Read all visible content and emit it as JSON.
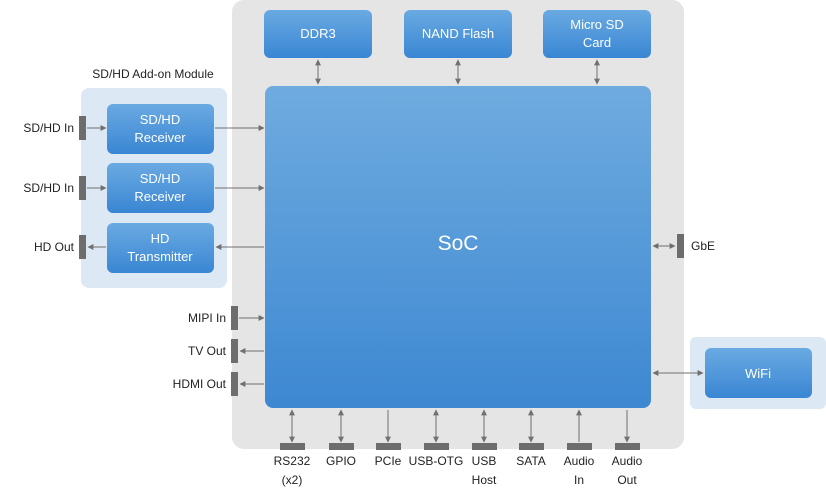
{
  "addon_title": "SD/HD Add-on Module",
  "soc": {
    "label": "SoC"
  },
  "memory": {
    "ddr3": "DDR3",
    "nand": "NAND Flash",
    "sd_line1": "Micro SD",
    "sd_line2": "Card"
  },
  "addon": {
    "rx1_line1": "SD/HD",
    "rx1_line2": "Receiver",
    "rx2_line1": "SD/HD",
    "rx2_line2": "Receiver",
    "tx_line1": "HD",
    "tx_line2": "Transmitter"
  },
  "wifi": {
    "label": "WiFi"
  },
  "left_ports": {
    "sdhd_in_1": "SD/HD In",
    "sdhd_in_2": "SD/HD In",
    "hd_out": "HD Out",
    "mipi_in": "MIPI In",
    "tv_out": "TV Out",
    "hdmi_out": "HDMI Out"
  },
  "right_ports": {
    "gbe": "GbE"
  },
  "bottom_ports": {
    "rs232_line1": "RS232",
    "rs232_line2": "(x2)",
    "gpio": "GPIO",
    "pcie": "PCIe",
    "usbotg": "USB-OTG",
    "usbhost_line1": "USB",
    "usbhost_line2": "Host",
    "sata": "SATA",
    "audioin_line1": "Audio",
    "audioin_line2": "In",
    "audioout_line1": "Audio",
    "audioout_line2": "Out"
  },
  "colors": {
    "board_bg": "#e6e5e5",
    "addon_bg": "#dce8f4",
    "block_top": "#68a9e2",
    "block_bottom": "#3a86d3",
    "connector": "#6d6d6d",
    "line": "#707070"
  }
}
